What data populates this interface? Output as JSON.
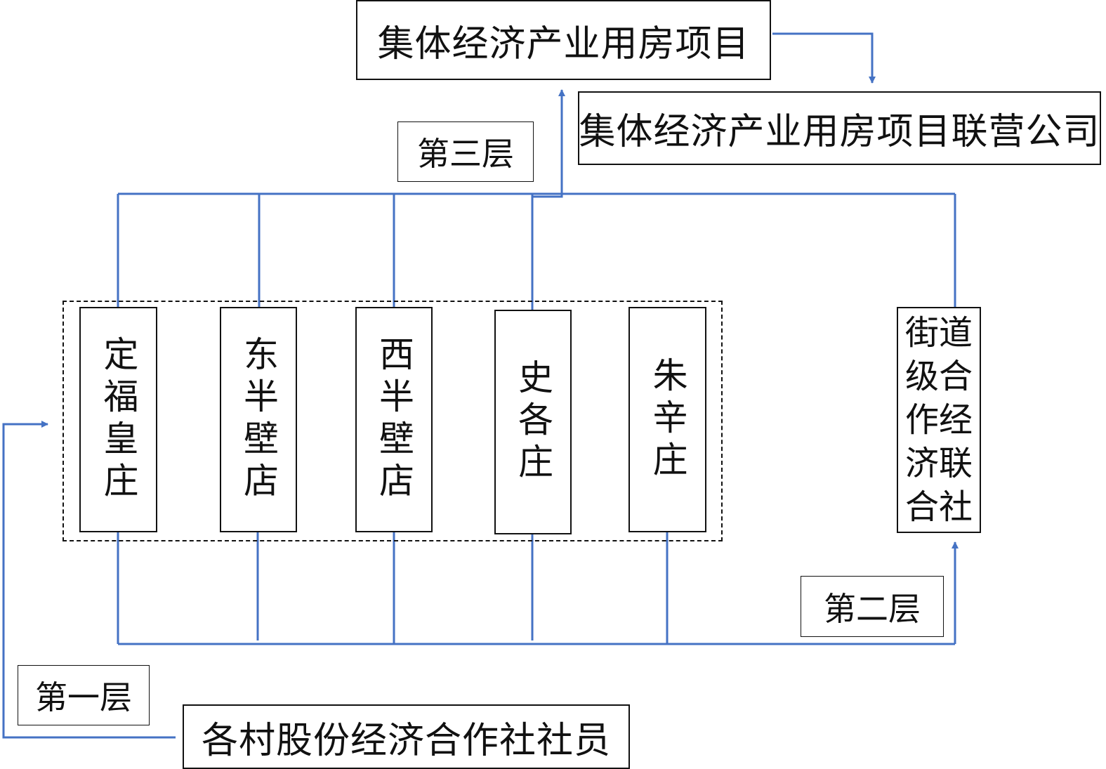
{
  "diagram": {
    "top_project": "集体经济产业用房项目",
    "joint_company": "集体经济产业用房项目联营公司",
    "layer_three": "第三层",
    "layer_two": "第二层",
    "layer_one": "第一层",
    "villages": [
      {
        "name": "定福皇庄"
      },
      {
        "name": "东半壁店"
      },
      {
        "name": "西半壁店"
      },
      {
        "name": "史各庄"
      },
      {
        "name": "朱辛庄"
      }
    ],
    "street_union": {
      "name": "街道级合作经济联合社",
      "lines": [
        "街道",
        "级合",
        "作经",
        "济联",
        "合社"
      ]
    },
    "members": "各村股份经济合作社社员",
    "line_color": "#4472C4"
  }
}
